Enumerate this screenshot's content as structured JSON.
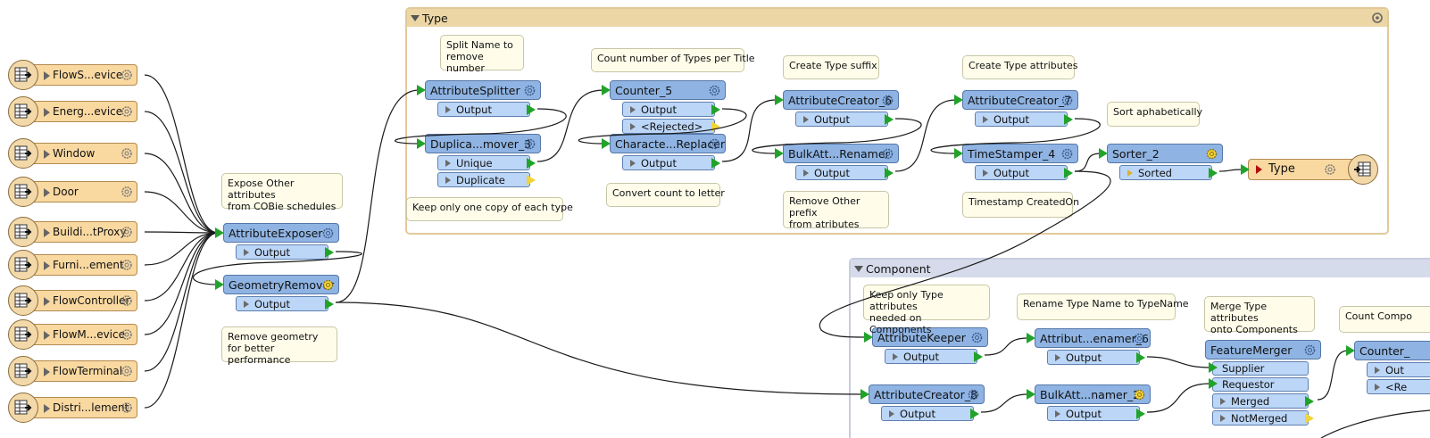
{
  "bookmarks": {
    "type": {
      "title": "Type"
    },
    "component": {
      "title": "Component"
    }
  },
  "readers": [
    {
      "label": "FlowS...evice"
    },
    {
      "label": "Energ...evice"
    },
    {
      "label": "Window"
    },
    {
      "label": "Door"
    },
    {
      "label": "Buildi...tProxy"
    },
    {
      "label": "Furni...ement"
    },
    {
      "label": "FlowController"
    },
    {
      "label": "FlowM...evice"
    },
    {
      "label": "FlowTerminal"
    },
    {
      "label": "Distri...lement"
    }
  ],
  "transformers": {
    "attribute_exposer": {
      "name": "AttributeExposer",
      "ports": [
        "Output"
      ]
    },
    "geometry_remover": {
      "name": "GeometryRemover",
      "ports": [
        "Output"
      ]
    },
    "attribute_splitter": {
      "name": "AttributeSplitter",
      "ports": [
        "Output"
      ]
    },
    "duplicate_remover": {
      "name": "Duplica...mover_3",
      "ports": [
        "Unique",
        "Duplicate"
      ]
    },
    "counter_5": {
      "name": "Counter_5",
      "ports": [
        "Output",
        "<Rejected>"
      ]
    },
    "character_replacer": {
      "name": "Characte...Replacer",
      "ports": [
        "Output"
      ]
    },
    "attribute_creator_6": {
      "name": "AttributeCreator_6",
      "ports": [
        "Output"
      ]
    },
    "bulk_renamer": {
      "name": "BulkAtt...Renamer",
      "ports": [
        "Output"
      ]
    },
    "attribute_creator_7": {
      "name": "AttributeCreator_7",
      "ports": [
        "Output"
      ]
    },
    "timestamper_4": {
      "name": "TimeStamper_4",
      "ports": [
        "Output"
      ]
    },
    "sorter_2": {
      "name": "Sorter_2",
      "ports": [
        "Sorted"
      ]
    },
    "attribute_keeper": {
      "name": "AttributeKeeper",
      "ports": [
        "Output"
      ]
    },
    "attribute_renamer_6": {
      "name": "Attribut...enamer_6",
      "ports": [
        "Output"
      ]
    },
    "attribute_creator_8": {
      "name": "AttributeCreator_8",
      "ports": [
        "Output"
      ]
    },
    "bulk_renamer_2": {
      "name": "BulkAtt...namer_2",
      "ports": [
        "Output"
      ]
    },
    "feature_merger": {
      "name": "FeatureMerger",
      "inputs": [
        "Supplier",
        "Requestor"
      ],
      "ports": [
        "Merged",
        "NotMerged"
      ]
    },
    "counter_comp": {
      "name": "Counter_",
      "ports": [
        "Out",
        "<Re"
      ]
    }
  },
  "writer": {
    "label": "Type"
  },
  "notes": {
    "expose": "Expose Other attributes\nfrom COBie schedules",
    "remove_geometry": "Remove geometry\nfor better performance",
    "split_name": "Split Name to\nremove number",
    "keep_one": "Keep only one copy of each type",
    "count_types": "Count number of Types per Title",
    "convert_count": "Convert count to letter",
    "type_suffix": "Create Type suffix",
    "remove_prefix": "Remove Other prefix\nfrom atributes",
    "type_attributes": "Create Type attributes",
    "timestamp": "Timestamp CreatedOn",
    "sort": "Sort aphabetically",
    "keep_type_attrs": "Keep only Type attributes\nneeded on Components",
    "rename_type": "Rename Type Name to TypeName",
    "merge_type": "Merge Type attributes\nonto Components",
    "count_comp": "Count Compo"
  }
}
